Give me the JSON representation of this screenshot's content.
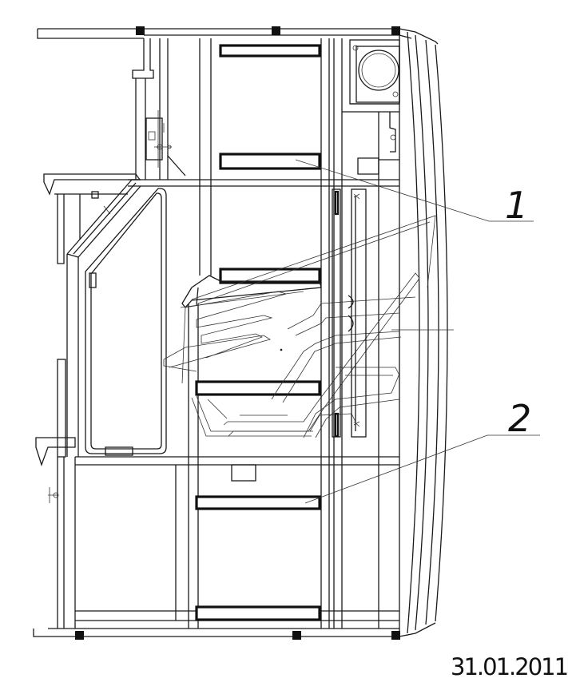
{
  "callouts": [
    {
      "label": "1"
    },
    {
      "label": "2"
    }
  ],
  "date_stamp": "31.01.2011"
}
